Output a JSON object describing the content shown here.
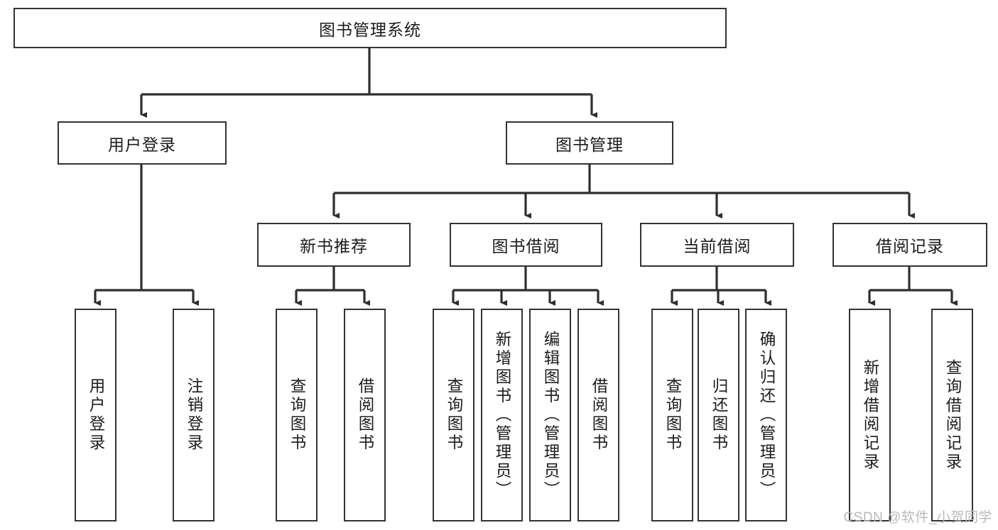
{
  "diagram": {
    "title": "图书管理系统",
    "type": "tree-hierarchy-diagram",
    "watermark": "CSDN @软件_小贺同学",
    "colors": {
      "stroke": "#333333",
      "fill": "#ffffff",
      "text": "#1b1b1b",
      "watermark": "#b9b9b9"
    },
    "nodes": {
      "root": {
        "label": "图书管理系统",
        "level": 0,
        "orientation": "horizontal"
      },
      "n_user_login": {
        "label": "用户登录",
        "level": 1,
        "orientation": "horizontal"
      },
      "n_book_manage": {
        "label": "图书管理",
        "level": 1,
        "orientation": "horizontal"
      },
      "n_new_book_rec": {
        "label": "新书推荐",
        "level": 2,
        "orientation": "horizontal"
      },
      "n_book_borrow": {
        "label": "图书借阅",
        "level": 2,
        "orientation": "horizontal"
      },
      "n_current_borrow": {
        "label": "当前借阅",
        "level": 2,
        "orientation": "horizontal"
      },
      "n_borrow_record": {
        "label": "借阅记录",
        "level": 2,
        "orientation": "horizontal"
      },
      "l_user_login": {
        "label": "用户登录",
        "level": 3,
        "orientation": "vertical"
      },
      "l_logout": {
        "label": "注销登录",
        "level": 3,
        "orientation": "vertical"
      },
      "l_query_book_1": {
        "label": "查询图书",
        "level": 3,
        "orientation": "vertical"
      },
      "l_borrow_book_1": {
        "label": "借阅图书",
        "level": 3,
        "orientation": "vertical"
      },
      "l_query_book_2": {
        "label": "查询图书",
        "level": 3,
        "orientation": "vertical"
      },
      "l_add_book": {
        "label": "新增图书（管理员）",
        "level": 3,
        "orientation": "vertical"
      },
      "l_edit_book": {
        "label": "编辑图书（管理员）",
        "level": 3,
        "orientation": "vertical"
      },
      "l_borrow_book_2": {
        "label": "借阅图书",
        "level": 3,
        "orientation": "vertical"
      },
      "l_query_book_3": {
        "label": "查询图书",
        "level": 3,
        "orientation": "vertical"
      },
      "l_return_book": {
        "label": "归还图书",
        "level": 3,
        "orientation": "vertical"
      },
      "l_confirm_return": {
        "label": "确认归还（管理员）",
        "level": 3,
        "orientation": "vertical"
      },
      "l_add_record": {
        "label": "新增借阅记录",
        "level": 3,
        "orientation": "vertical"
      },
      "l_query_record": {
        "label": "查询借阅记录",
        "level": 3,
        "orientation": "vertical"
      }
    },
    "edges": [
      {
        "from": "root",
        "to": "n_user_login"
      },
      {
        "from": "root",
        "to": "n_book_manage"
      },
      {
        "from": "n_book_manage",
        "to": "n_new_book_rec"
      },
      {
        "from": "n_book_manage",
        "to": "n_book_borrow"
      },
      {
        "from": "n_book_manage",
        "to": "n_current_borrow"
      },
      {
        "from": "n_book_manage",
        "to": "n_borrow_record"
      },
      {
        "from": "n_user_login",
        "to": "l_user_login"
      },
      {
        "from": "n_user_login",
        "to": "l_logout"
      },
      {
        "from": "n_new_book_rec",
        "to": "l_query_book_1"
      },
      {
        "from": "n_new_book_rec",
        "to": "l_borrow_book_1"
      },
      {
        "from": "n_book_borrow",
        "to": "l_query_book_2"
      },
      {
        "from": "n_book_borrow",
        "to": "l_add_book"
      },
      {
        "from": "n_book_borrow",
        "to": "l_edit_book"
      },
      {
        "from": "n_book_borrow",
        "to": "l_borrow_book_2"
      },
      {
        "from": "n_current_borrow",
        "to": "l_query_book_3"
      },
      {
        "from": "n_current_borrow",
        "to": "l_return_book"
      },
      {
        "from": "n_current_borrow",
        "to": "l_confirm_return"
      },
      {
        "from": "n_borrow_record",
        "to": "l_add_record"
      },
      {
        "from": "n_borrow_record",
        "to": "l_query_record"
      }
    ]
  }
}
